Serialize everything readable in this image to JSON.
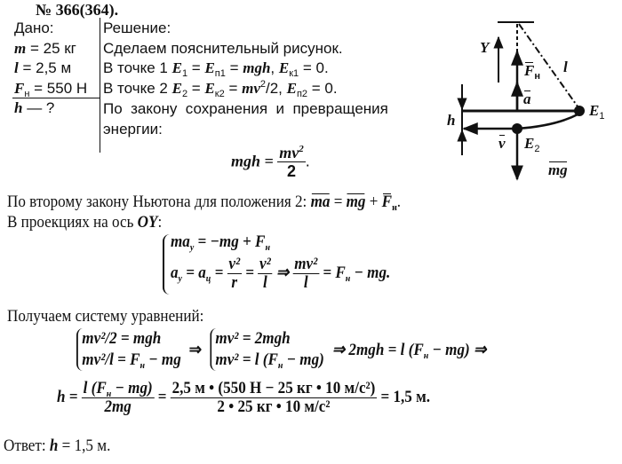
{
  "title": "№ 366(364).",
  "given": {
    "label": "Дано:",
    "m": "m",
    "m_val": " = 25 кг",
    "l": "l",
    "l_val": " = 2,5 м",
    "F": "F",
    "F_sub": "н",
    "F_val": " = 550 Н",
    "find": "h",
    "find_rest": " — ?"
  },
  "solution": {
    "label": "Решение:",
    "line1": "Сделаем пояснительный рисунок.",
    "p1_text": "В точке 1 ",
    "p1_E": "E",
    "p1_s1": "1",
    "p1_eq1": " = ",
    "p1_E2": "E",
    "p1_s2": "п1",
    "p1_eq2": " = ",
    "p1_mgh": "mgh",
    "p1_c": ", ",
    "p1_E3": "E",
    "p1_s3": "к1",
    "p1_end": " = 0.",
    "p2_text": "В точке 2 ",
    "p2_E": "E",
    "p2_s1": "2",
    "p2_eq1": " = ",
    "p2_E2": "E",
    "p2_s2": "к2",
    "p2_eq2": " = ",
    "p2_mv": "mv",
    "p2_sq": "2",
    "p2_half": "/2, ",
    "p2_E3": "E",
    "p2_s3": "п2",
    "p2_end": " = 0.",
    "law1": "По  закону  сохранения  и  превращения",
    "law2": "энергии:",
    "eq_lhs": "mgh = ",
    "eq_num": "mv",
    "eq_num_sq": "2",
    "eq_den": "2",
    "eq_end": "."
  },
  "newton": {
    "text": "По второму закону Ньютона для положения 2: ",
    "ma": "ma",
    "eq": " = ",
    "mg": "mg",
    "plus": " + ",
    "F": "F",
    "F_sub": "н",
    "end": "."
  },
  "proj": {
    "text": "В проекциях на ось ",
    "axis": "OY",
    "colon": ":"
  },
  "sys1": {
    "r1": "ma",
    "r1_sub": "y",
    "r1_rest": " = −mg + F",
    "r1_F_sub": "н",
    "r2": "a",
    "r2_sub": "y",
    "r2_eq": " = a",
    "r2_sub2": "ц",
    "r2_eq2": " = ",
    "f1_num": "v²",
    "f1_den": "r",
    "r2_eq3": " = ",
    "f2_num": "v²",
    "f2_den": "l",
    "arrow": " ⇒ ",
    "f3_num": "mv²",
    "f3_den": "l",
    "res": " = F",
    "res_sub": "н",
    "res_end": " − mg."
  },
  "system_label": "Получаем систему уравнений:",
  "sys2": {
    "a1": "mv²/2 = mgh",
    "a2": "mv²/l = F",
    "a2_sub": "н",
    "a2_end": " − mg",
    "arrow1": "⇒",
    "b1": "mv² = 2mgh",
    "b2": "mv² = l (F",
    "b2_sub": "н",
    "b2_end": " − mg)",
    "rest": "⇒ 2mgh = l (F",
    "rest_sub": "н",
    "rest_end": " − mg) ⇒"
  },
  "final": {
    "h": "h = ",
    "num1": "l (F",
    "num1_sub": "н",
    "num1_end": " − mg)",
    "den1": "2mg",
    "eq": " = ",
    "num2": "2,5 м • (550 Н − 25 кг • 10 м/с²)",
    "den2": "2 • 25 кг • 10 м/с²",
    "result": " = 1,5 м."
  },
  "answer": {
    "label": "Ответ: ",
    "h": "h",
    "val": " = 1,5 м."
  },
  "diagram": {
    "Y": "Y",
    "F": "F",
    "F_sub": "н",
    "a": "a",
    "l": "l",
    "E1": "E",
    "E1_sub": "1",
    "E2": "E",
    "E2_sub": "2",
    "v": "v",
    "mg": "mg",
    "h": "h"
  }
}
